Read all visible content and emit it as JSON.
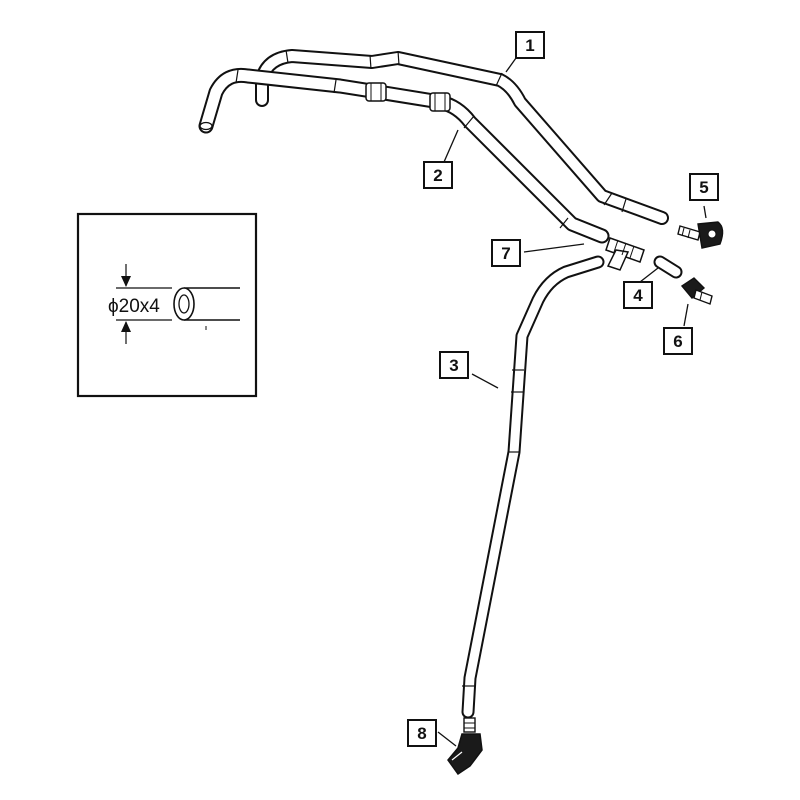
{
  "colors": {
    "line": "#111111",
    "background": "#ffffff",
    "hose_fill": "#ffffff"
  },
  "callouts": [
    {
      "id": "1",
      "label": "1"
    },
    {
      "id": "2",
      "label": "2"
    },
    {
      "id": "3",
      "label": "3"
    },
    {
      "id": "4",
      "label": "4"
    },
    {
      "id": "5",
      "label": "5"
    },
    {
      "id": "6",
      "label": "6"
    },
    {
      "id": "7",
      "label": "7"
    },
    {
      "id": "8",
      "label": "8"
    }
  ],
  "inset": {
    "dimension_label": "ϕ20x4"
  }
}
